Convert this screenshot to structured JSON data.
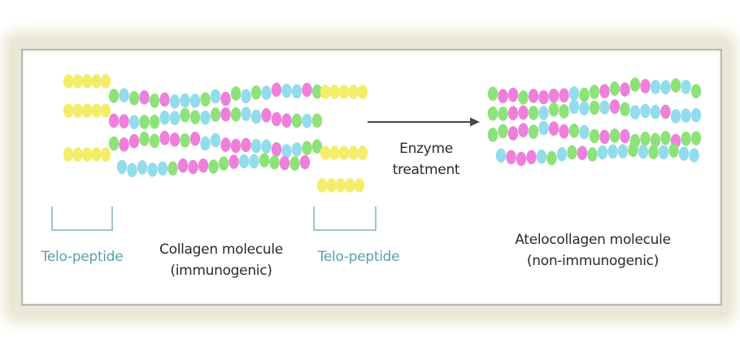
{
  "labels": {
    "telo_left": "Telo-peptide",
    "collagen_line1": "Collagen molecule",
    "collagen_line2": "(immunogenic)",
    "telo_right": "Telo-peptide",
    "enzyme_line1": "Enzyme",
    "enzyme_line2": "treatment",
    "atelo_line1": "Atelocollagen molecule",
    "atelo_line2": "(non-immunogenic)"
  },
  "colors": {
    "yellow": "#f3ee6a",
    "cyan": "#93dcec",
    "green": "#8ee27a",
    "magenta": "#ee80dc",
    "teal_text": "#5aa0ad",
    "dark_text": "#2a2a2a",
    "bracket": "#7fb3bd",
    "arrow": "#404a50"
  }
}
